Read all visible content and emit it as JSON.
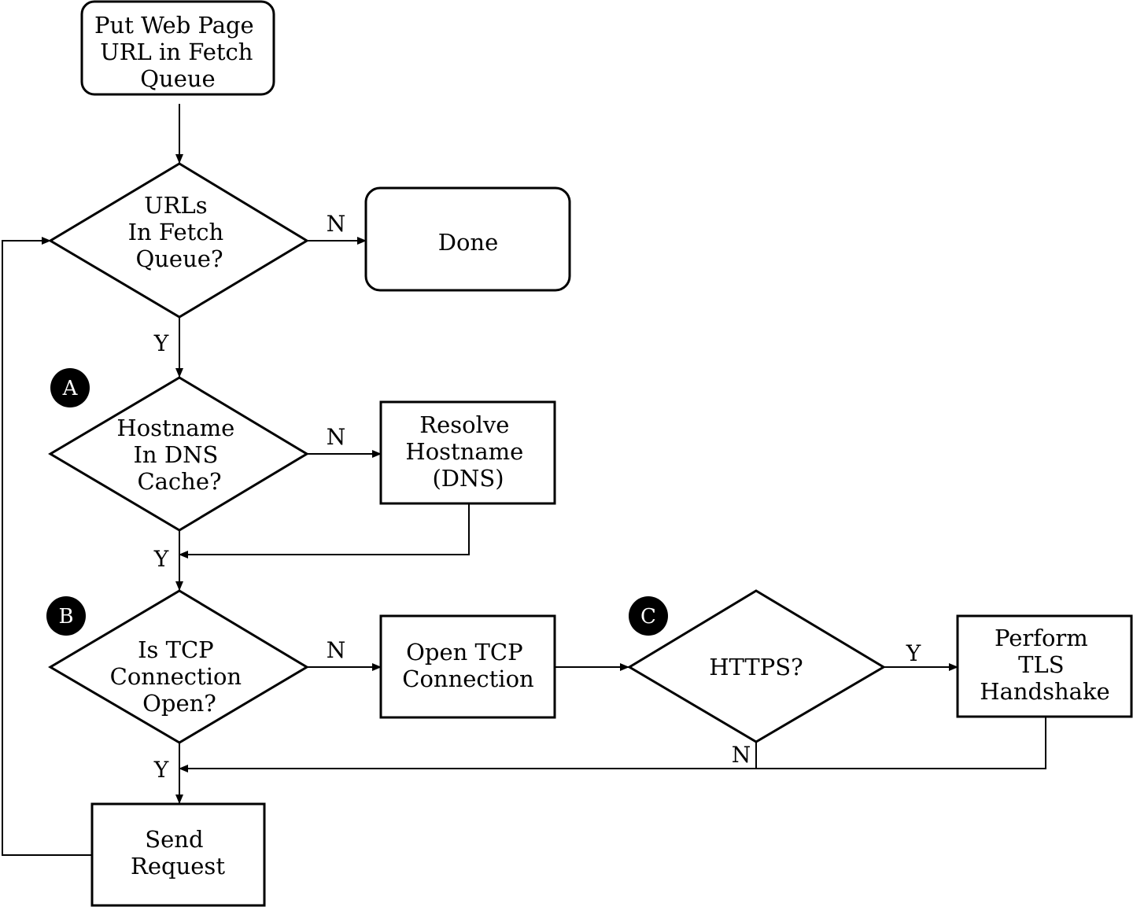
{
  "nodes": {
    "put_url": {
      "lines": [
        "Put Web Page",
        "URL in Fetch",
        "Queue"
      ]
    },
    "urls_in_queue": {
      "lines": [
        "URLs",
        "In Fetch",
        "Queue?"
      ]
    },
    "done": {
      "lines": [
        "Done"
      ]
    },
    "hostname_in_cache": {
      "lines": [
        "Hostname",
        "In DNS",
        "Cache?"
      ]
    },
    "resolve_hostname": {
      "lines": [
        "Resolve",
        "Hostname",
        "(DNS)"
      ]
    },
    "tcp_open": {
      "lines": [
        "Is TCP",
        "Connection",
        "Open?"
      ]
    },
    "open_tcp": {
      "lines": [
        "Open TCP",
        "Connection"
      ]
    },
    "https": {
      "lines": [
        "HTTPS?"
      ]
    },
    "tls": {
      "lines": [
        "Perform",
        "TLS",
        "Handshake"
      ]
    },
    "send_request": {
      "lines": [
        "Send",
        "Request"
      ]
    }
  },
  "edge_labels": {
    "queue_no": "N",
    "queue_yes": "Y",
    "cache_no": "N",
    "cache_yes": "Y",
    "tcp_no": "N",
    "tcp_yes": "Y",
    "https_yes": "Y",
    "https_no": "N"
  },
  "badges": {
    "a": "A",
    "b": "B",
    "c": "C"
  }
}
